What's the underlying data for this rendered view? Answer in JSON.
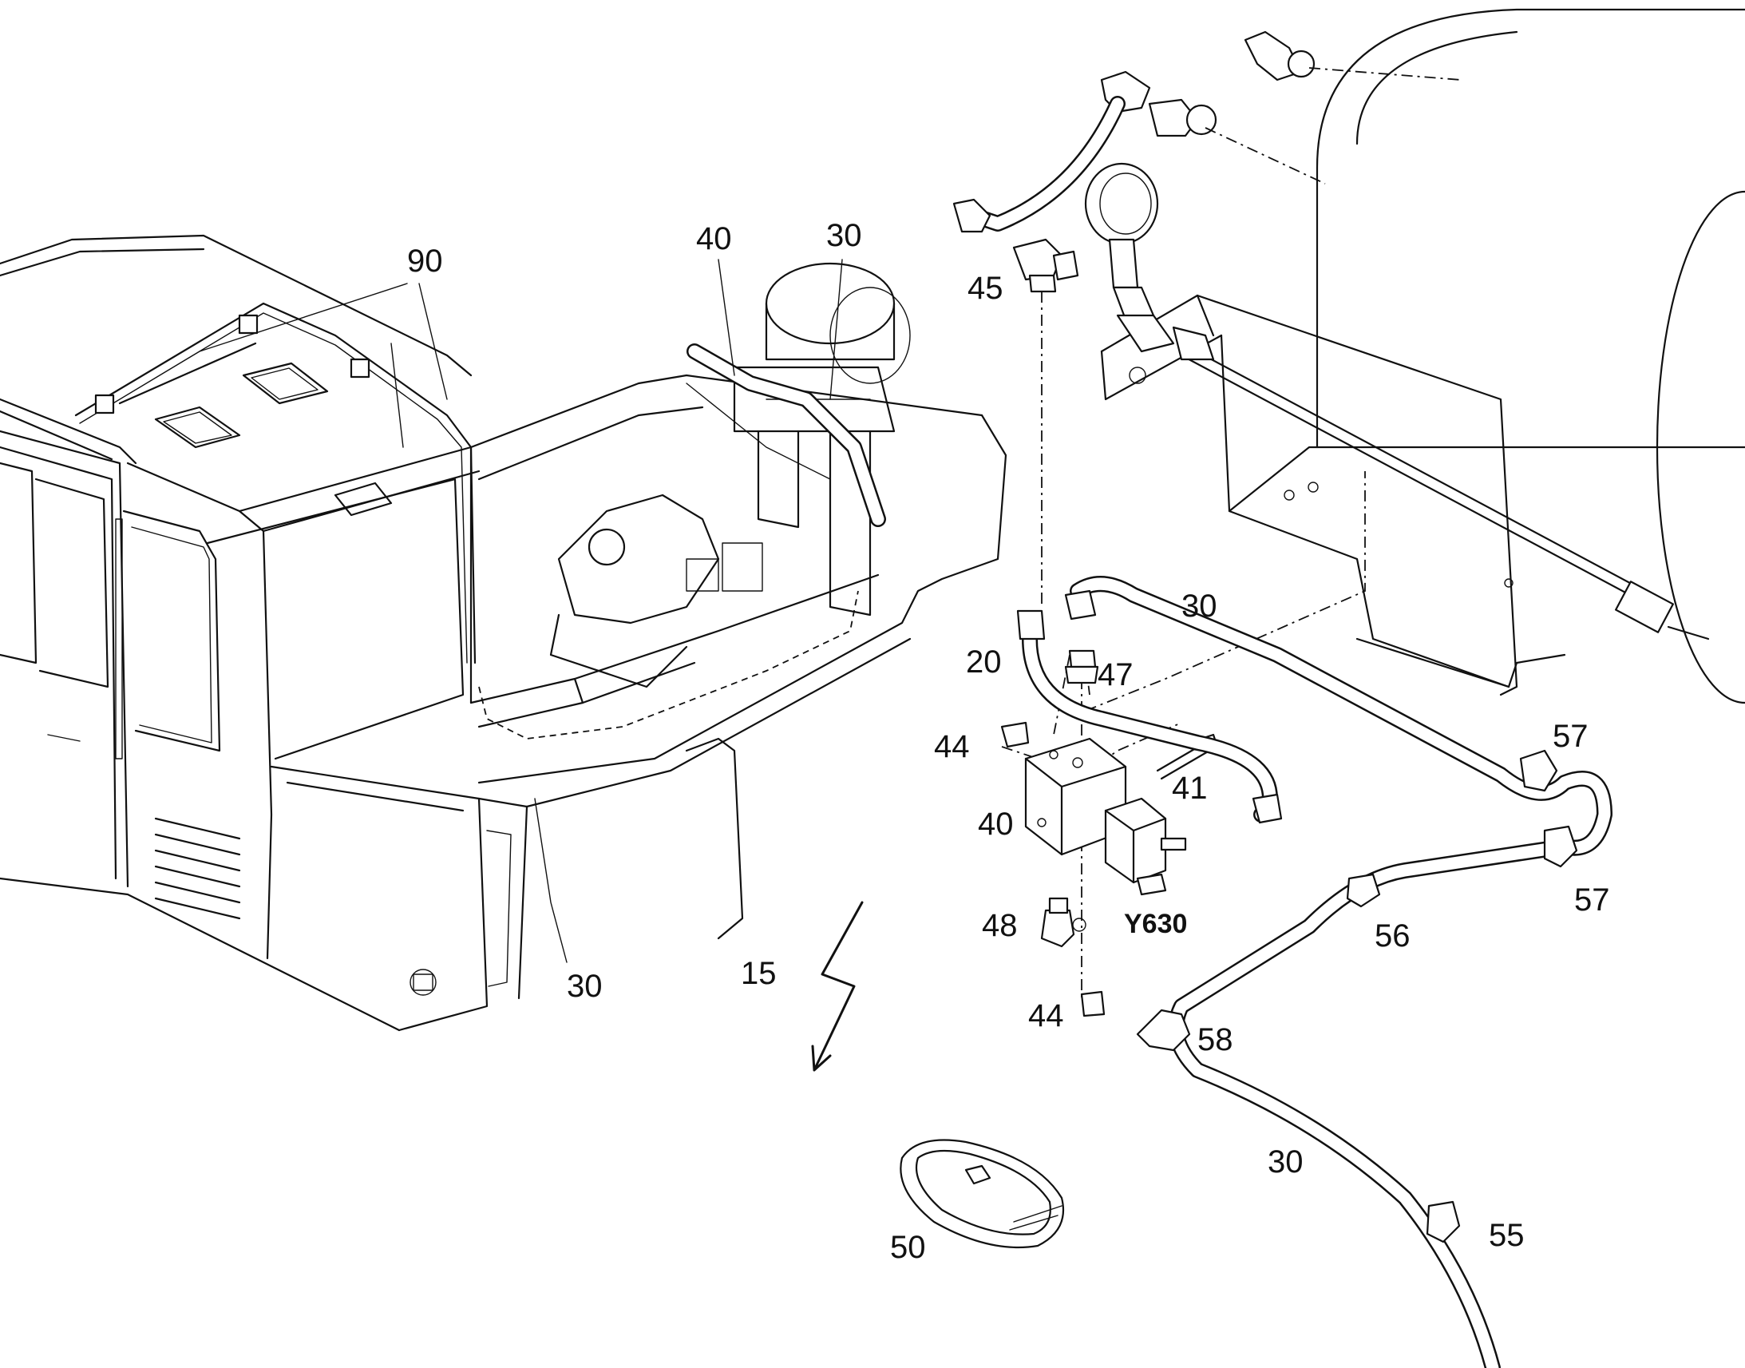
{
  "callouts": {
    "c90": "90",
    "c40_top": "40",
    "c30_top": "30",
    "c30_left": "30",
    "c15": "15",
    "c45": "45",
    "c20": "20",
    "c47": "47",
    "c30_right": "30",
    "c44_upper": "44",
    "c41": "41",
    "c40_block": "40",
    "c48": "48",
    "cY630": "Y630",
    "c44_lower": "44",
    "c57_upper": "57",
    "c57_lower": "57",
    "c56": "56",
    "c58": "58",
    "c30_bottom": "30",
    "c55": "55",
    "c50": "50"
  },
  "icons": {
    "lightning": "electrical-lightning-symbol"
  }
}
